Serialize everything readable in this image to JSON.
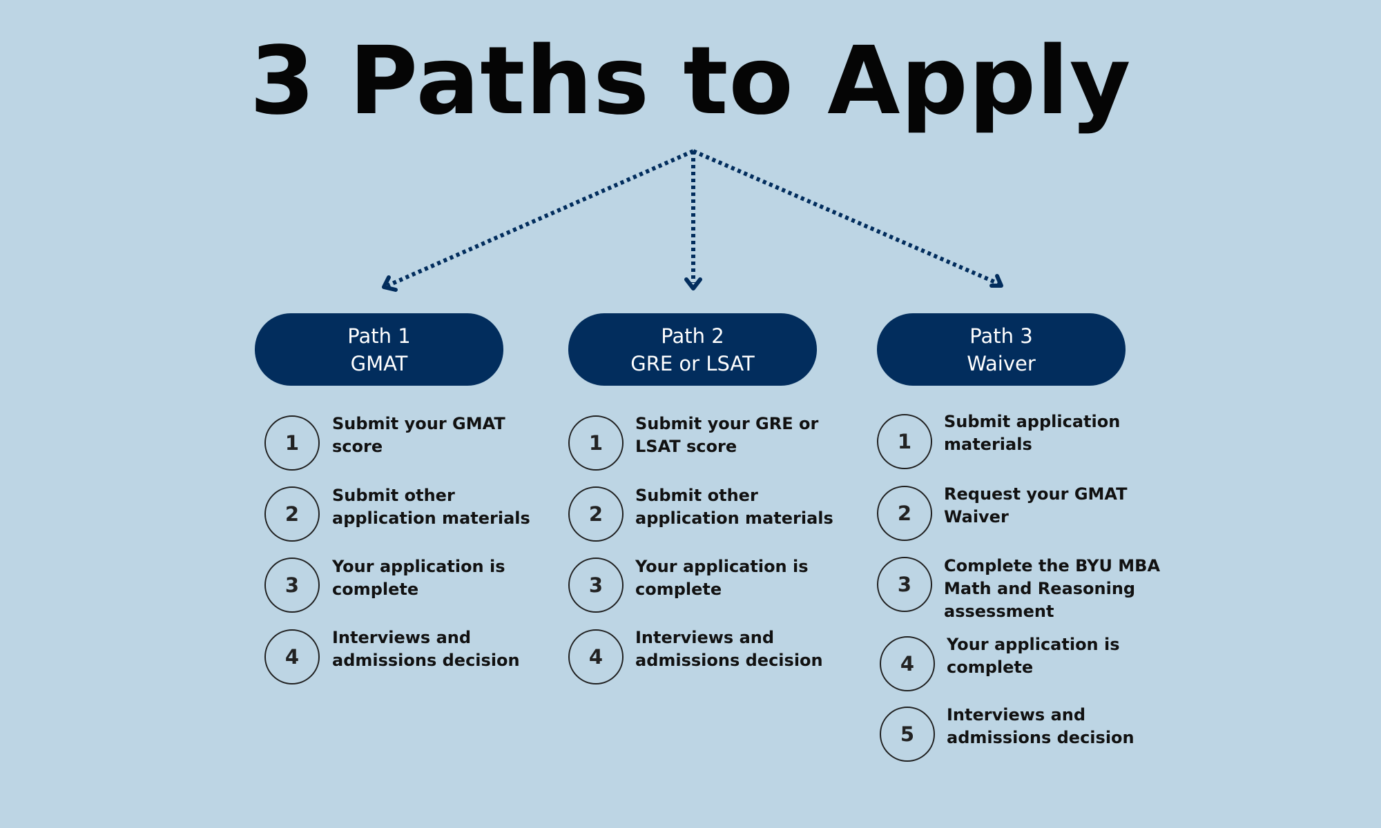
{
  "title": "3 Paths to Apply",
  "colors": {
    "background": "#bdd5e4",
    "pill": "#022d5d",
    "arrow": "#022d5d",
    "text": "#111111"
  },
  "icons": {
    "arrow": "dotted-arrow-icon"
  },
  "paths": [
    {
      "name": "Path 1",
      "subtitle": "GMAT",
      "steps": [
        {
          "number": "1",
          "lines": [
            "Submit your GMAT",
            "score"
          ]
        },
        {
          "number": "2",
          "lines": [
            "Submit other",
            "application materials"
          ]
        },
        {
          "number": "3",
          "lines": [
            "Your application is",
            "complete"
          ]
        },
        {
          "number": "4",
          "lines": [
            "Interviews and",
            "admissions decision"
          ]
        }
      ]
    },
    {
      "name": "Path 2",
      "subtitle": "GRE or LSAT",
      "steps": [
        {
          "number": "1",
          "lines": [
            "Submit your GRE or",
            "LSAT score"
          ]
        },
        {
          "number": "2",
          "lines": [
            "Submit other",
            "application materials"
          ]
        },
        {
          "number": "3",
          "lines": [
            "Your application is",
            "complete"
          ]
        },
        {
          "number": "4",
          "lines": [
            "Interviews and",
            "admissions decision"
          ]
        }
      ]
    },
    {
      "name": "Path 3",
      "subtitle": "Waiver",
      "steps": [
        {
          "number": "1",
          "lines": [
            "Submit application",
            "materials"
          ]
        },
        {
          "number": "2",
          "lines": [
            "Request your GMAT",
            "Waiver"
          ]
        },
        {
          "number": "3",
          "lines": [
            "Complete the BYU MBA",
            "Math and Reasoning",
            "assessment"
          ]
        },
        {
          "number": "4",
          "lines": [
            "Your application is",
            "complete"
          ]
        },
        {
          "number": "5",
          "lines": [
            "Interviews and",
            "admissions decision"
          ]
        }
      ]
    }
  ]
}
